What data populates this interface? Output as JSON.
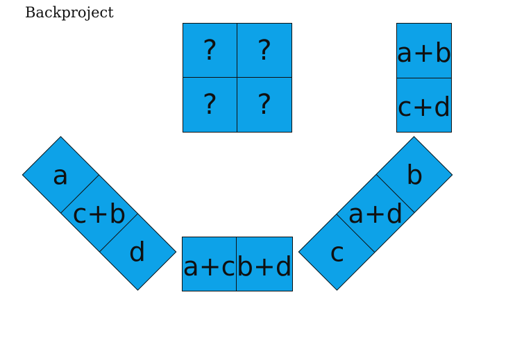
{
  "title": "Backproject",
  "colors": {
    "box_fill": "#0da2e8",
    "box_border": "#101010",
    "label_text": "#101010",
    "background": "#ffffff"
  },
  "unknown_grid": {
    "description": "2x2 grid of unknown values",
    "cells": [
      "?",
      "?",
      "?",
      "?"
    ]
  },
  "row_sums_strip": {
    "description": "vertical projection strip",
    "cells": [
      "a+b",
      "c+d"
    ]
  },
  "col_sums_strip": {
    "description": "horizontal projection strip",
    "cells": [
      "a+c",
      "b+d"
    ]
  },
  "diag_left_strip": {
    "description": "diagonal projection strip rotated 45deg",
    "cells": [
      "a",
      "c+b",
      "d"
    ]
  },
  "diag_right_strip": {
    "description": "diagonal projection strip rotated -45deg",
    "cells": [
      "c",
      "a+d",
      "b"
    ]
  }
}
